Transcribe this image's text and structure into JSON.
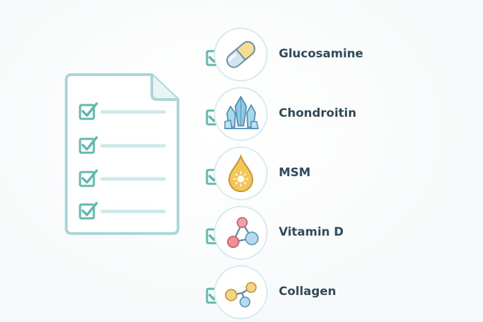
{
  "supplements": [
    {
      "label": "Glucosamine",
      "icon": "capsule-icon",
      "checked": true
    },
    {
      "label": "Chondroitin",
      "icon": "crystal-icon",
      "checked": true
    },
    {
      "label": "MSM",
      "icon": "droplet-sun-icon",
      "checked": true
    },
    {
      "label": "Vitamin D",
      "icon": "molecule-icon",
      "checked": true
    },
    {
      "label": "Collagen",
      "icon": "molecule-chain-icon",
      "checked": true
    }
  ],
  "checklist_document": {
    "icon": "checklist-document-icon",
    "checked_lines": 4
  },
  "colors": {
    "teal": "#5fb8ad",
    "document_outline": "#a9d6d8",
    "document_lines": "#cfe8ea",
    "label_text": "#2f4a5c",
    "circle_border": "#d6ebeb"
  }
}
